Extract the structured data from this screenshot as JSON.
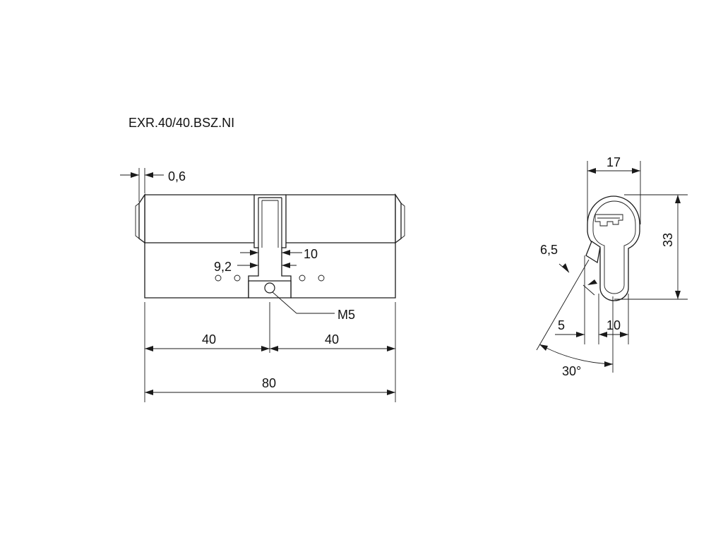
{
  "title": "EXR.40/40.BSZ.NI",
  "front_view": {
    "dim_flange": "0,6",
    "dim_cam_width_top": "10",
    "dim_cam_width_bottom": "9,2",
    "dim_screw": "M5",
    "dim_left": "40",
    "dim_right": "40",
    "dim_total": "80"
  },
  "side_view": {
    "dim_width": "17",
    "dim_height": "33",
    "dim_cam": "6,5",
    "dim_offset": "5",
    "dim_lower": "10",
    "dim_angle": "30°"
  },
  "colors": {
    "line": "#1a1a1a",
    "background": "#ffffff"
  }
}
